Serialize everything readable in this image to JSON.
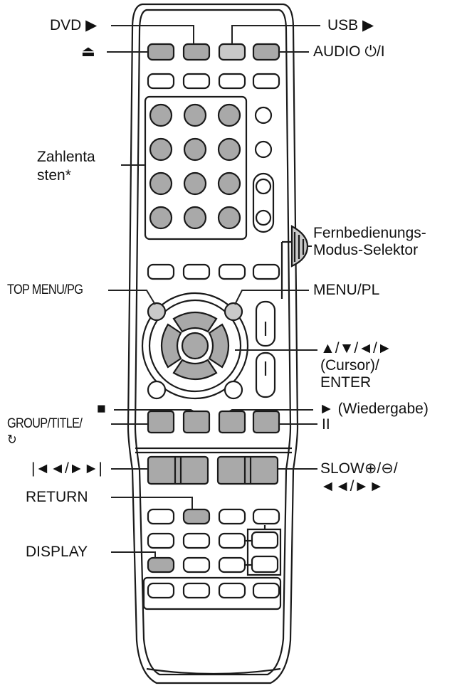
{
  "labels": {
    "dvd_play": "DVD ▶",
    "eject": "⏏",
    "numeric_keys": "Zahlenta\nsten*",
    "top_menu": "TOP MENU/PG",
    "stop": "■",
    "group_title": "GROUP/TITLE/\n↻",
    "skip": "|◄◄/►►|",
    "return": "RETURN",
    "display": "DISPLAY",
    "usb_play": "USB ▶",
    "audio_power": "AUDIO ⏻/I",
    "mode_selector": "Fernbedienungs-\nModus-Selektor",
    "menu_pl": "MENU/PL",
    "cursor_enter": "▲/▼/◄/►\n(Cursor)/\nENTER",
    "play": "► (Wiedergabe)",
    "pause": "II",
    "slow_search": "SLOW⊕/⊖/\n◄◄/►►"
  },
  "colors": {
    "outline": "#1a1a1a",
    "button_gray": "#a9a9a9",
    "button_light": "#d4d4d4",
    "button_white": "#ffffff",
    "body_fill": "#ffffff",
    "leader": "#222222"
  }
}
